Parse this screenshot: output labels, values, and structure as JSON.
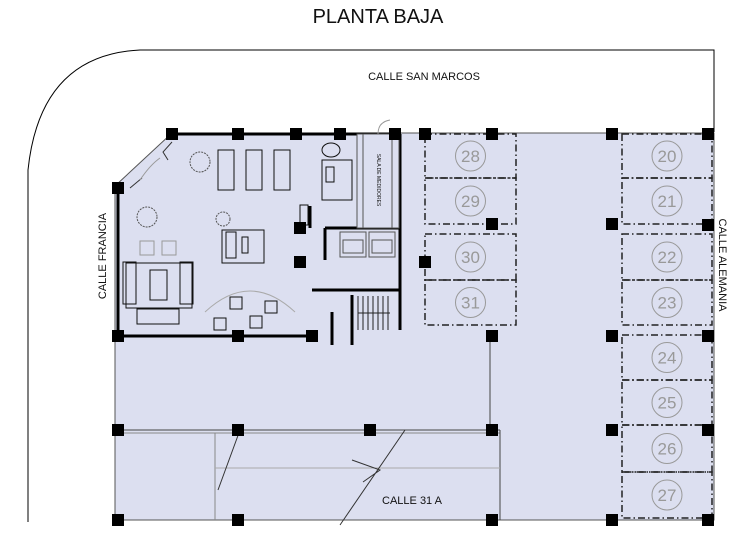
{
  "title": "PLANTA BAJA",
  "streets": {
    "top": "CALLE SAN MARCOS",
    "left": "CALLE  FRANCIA",
    "right": "CALLE  ALEMANIA",
    "bottom": "CALLE  31 A"
  },
  "rooms": {
    "meters": "SALA DE MEDIDORES"
  },
  "parking": {
    "left": [
      "28",
      "29",
      "30",
      "31"
    ],
    "right": [
      "20",
      "21",
      "22",
      "23",
      "24",
      "25",
      "26",
      "27"
    ]
  },
  "colors": {
    "floor": "#dcdff0",
    "wall": "#000000",
    "parking_line": "#222222",
    "number": "#999999"
  }
}
